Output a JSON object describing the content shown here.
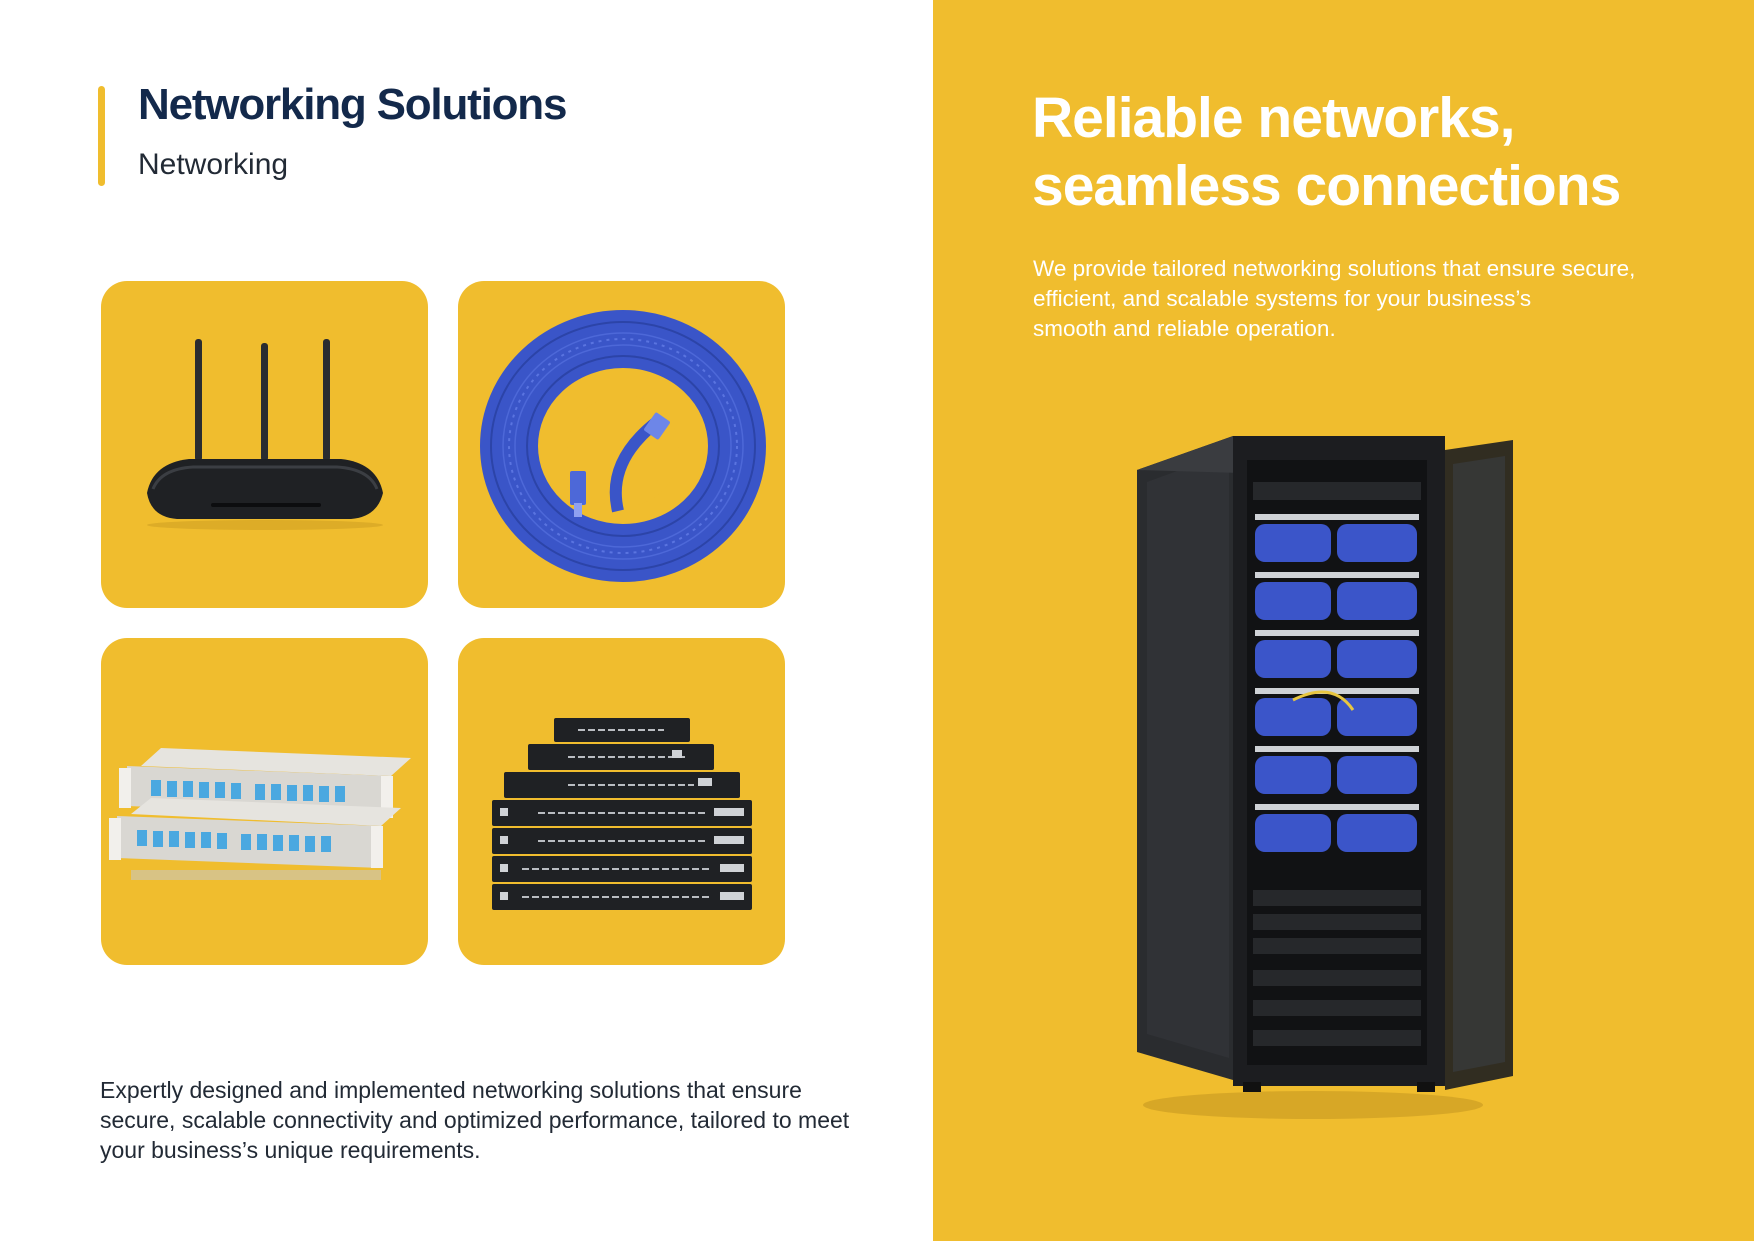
{
  "header": {
    "title": "Networking Solutions",
    "subtitle": "Networking"
  },
  "products": [
    {
      "icon": "wifi-router-icon"
    },
    {
      "icon": "ethernet-cable-icon"
    },
    {
      "icon": "fiber-patch-panel-icon"
    },
    {
      "icon": "network-switch-stack-icon"
    }
  ],
  "bottom_text": "Expertly designed and implemented networking solutions that ensure secure, scalable connectivity and optimized performance, tailored to meet your business’s unique requirements.",
  "hero": {
    "headline_lines": [
      "Reliable networks,",
      "seamless connections"
    ],
    "lead_lines": [
      "We provide tailored networking solutions that ensure secure,",
      "efficient, and scalable systems for your business’s",
      "smooth and reliable operation."
    ],
    "image_icon": "server-rack-icon"
  },
  "colors": {
    "accent": "#f0bd2e",
    "title": "#13294b",
    "body": "#222a35",
    "cable_blue": "#3a55c8",
    "device_dark": "#1f2124"
  }
}
